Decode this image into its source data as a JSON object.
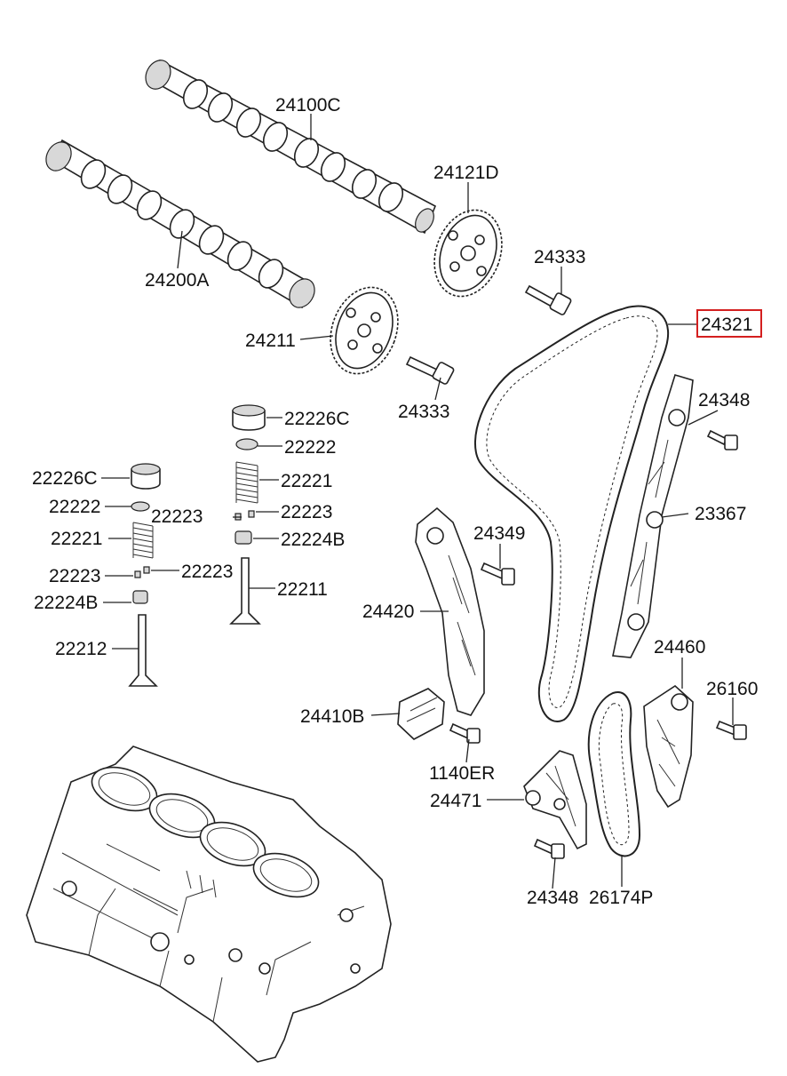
{
  "diagram": {
    "highlight_color": "#d41f1f",
    "labels": {
      "camshaft_intake": "24100C",
      "camshaft_exhaust": "24200A",
      "sprocket_intake": "24121D",
      "sprocket_exhaust": "24211",
      "bolt_top": "24333",
      "bolt_mid": "24333",
      "timing_chain": "24321",
      "bolt_guide_top": "24348",
      "chain_guide": "23367",
      "bolt_tensioner_arm": "24349",
      "tensioner_arm": "24420",
      "tensioner": "24410B",
      "bolt_tensioner": "1140ER",
      "oil_pump_tensioner_arm": "24460",
      "bolt_oil_pump_arm": "26160",
      "oil_pump_guide": "24471",
      "bolt_guide_bottom": "24348",
      "oil_pump_chain": "26174P",
      "lifter_right": "22226C",
      "retainer_right": "22222",
      "spring_right": "22221",
      "cotter_right_a": "22223",
      "cotter_right_b": "22223",
      "seal_right": "22224B",
      "valve_intake": "22211",
      "lifter_left": "22226C",
      "retainer_left": "22222",
      "spring_left": "22221",
      "cotter_left_a": "22223",
      "cotter_left_b": "22223",
      "seal_left": "22224B",
      "valve_exhaust": "22212"
    }
  }
}
